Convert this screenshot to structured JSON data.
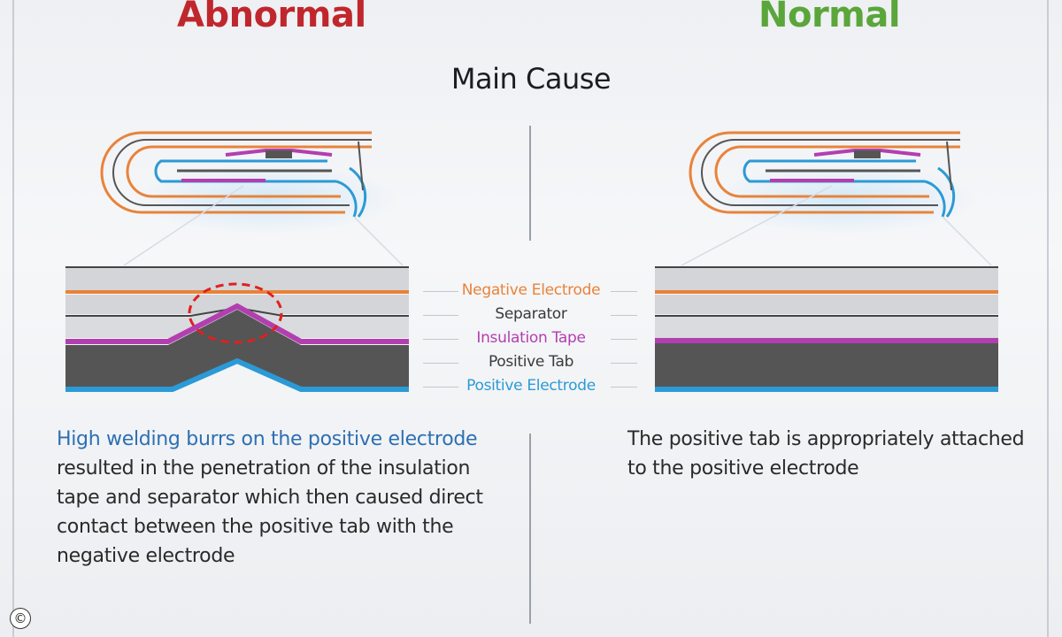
{
  "headings": {
    "abnormal": "Abnormal",
    "normal": "Normal"
  },
  "main_cause": "Main Cause",
  "legend": [
    {
      "label": "Negative Electrode",
      "color": "#e8833a"
    },
    {
      "label": "Separator",
      "color": "#3a3a3a"
    },
    {
      "label": "Insulation Tape",
      "color": "#b23fb0"
    },
    {
      "label": "Positive Tab",
      "color": "#3a3a3a"
    },
    {
      "label": "Positive Electrode",
      "color": "#2b9ad6"
    }
  ],
  "abnormal_desc": {
    "highlight": "High welding burrs on the positive electrode",
    "rest": " resulted in the penetration of the insulation tape and separator which then caused direct contact between the positive tab with the negative electrode"
  },
  "normal_desc": "The positive tab is appropriately attached to the positive electrode",
  "copyright_symbol": "©",
  "colors": {
    "abnormal": "#c0272d",
    "normal": "#5aa63a",
    "negative_electrode": "#e8833a",
    "insulation_tape": "#b23fb0",
    "positive_electrode": "#2b9ad6",
    "positive_tab": "#555555",
    "burr_marker": "#e02020"
  }
}
